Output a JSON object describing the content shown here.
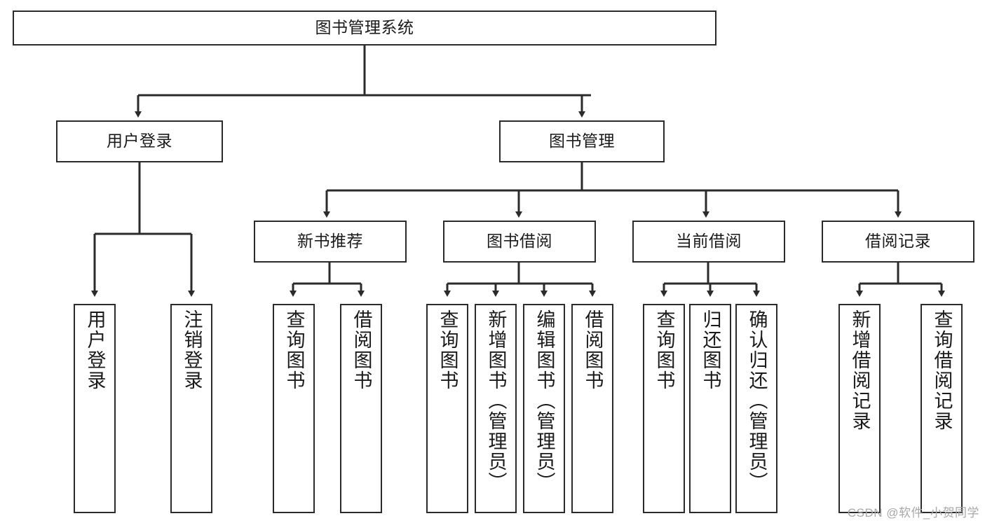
{
  "diagram": {
    "title": "图书管理系统",
    "type": "tree-hierarchy",
    "watermark": "CSDN @软件_小贺同学",
    "style": {
      "background": "#ffffff",
      "box_border": "#2b2b2b",
      "edge_color": "#2b2b2b",
      "text_color": "#1a1a1a",
      "watermark_color": "#a8a8a8"
    },
    "levels": {
      "root": "图书管理系统",
      "level2": [
        "用户登录",
        "图书管理"
      ],
      "level3": [
        "新书推荐",
        "图书借阅",
        "当前借阅",
        "借阅记录"
      ]
    },
    "nodes": {
      "root": {
        "label": "图书管理系统"
      },
      "user_login": {
        "label": "用户登录"
      },
      "book_manage": {
        "label": "图书管理"
      },
      "new_book_rec": {
        "label": "新书推荐"
      },
      "book_borrow": {
        "label": "图书借阅"
      },
      "current_borrow": {
        "label": "当前借阅"
      },
      "borrow_record": {
        "label": "借阅记录"
      },
      "leaf_user_login": {
        "label": "用户登录"
      },
      "leaf_logout": {
        "label": "注销登录"
      },
      "leaf_query_book_1": {
        "label": "查询图书"
      },
      "leaf_borrow_book_1": {
        "label": "借阅图书"
      },
      "leaf_query_book_2": {
        "label": "查询图书"
      },
      "leaf_add_book": {
        "label": "新增图书（管理员）"
      },
      "leaf_edit_book": {
        "label": "编辑图书（管理员）"
      },
      "leaf_borrow_book_2": {
        "label": "借阅图书"
      },
      "leaf_query_book_3": {
        "label": "查询图书"
      },
      "leaf_return_book": {
        "label": "归还图书"
      },
      "leaf_confirm_return": {
        "label": "确认归还（管理员）"
      },
      "leaf_add_record": {
        "label": "新增借阅记录"
      },
      "leaf_query_record": {
        "label": "查询借阅记录"
      }
    }
  }
}
